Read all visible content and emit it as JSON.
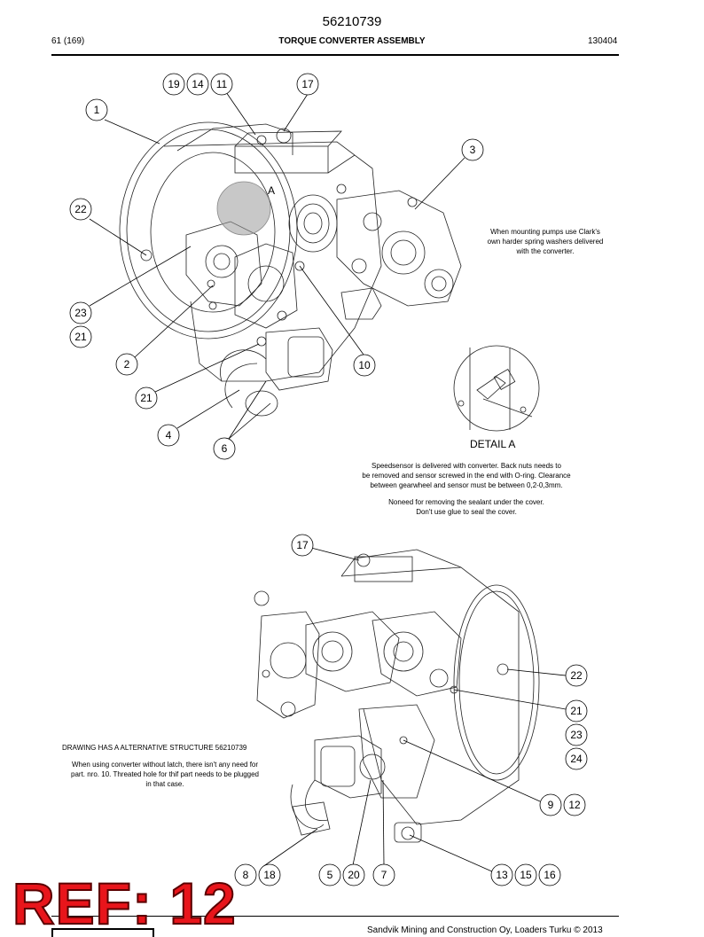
{
  "header": {
    "doc_number": "56210739",
    "page_ref": "61 (169)",
    "title": "TORQUE CONVERTER ASSEMBLY",
    "date_code": "130404"
  },
  "callouts_top": [
    "19",
    "14",
    "11",
    "17",
    "1",
    "3",
    "22",
    "23",
    "21",
    "2",
    "10",
    "21",
    "4",
    "6"
  ],
  "callouts_bottom": [
    "17",
    "22",
    "21",
    "23",
    "24",
    "9",
    "12",
    "8",
    "18",
    "5",
    "20",
    "7",
    "13",
    "15",
    "16"
  ],
  "detail_label": "A",
  "notes": {
    "pump_note": [
      "When mounting pumps use Clark's",
      "own harder spring washers delivered",
      "with the converter."
    ],
    "detail_title": "DETAIL A",
    "speedsensor_note": [
      "Speedsensor is delivered with converter. Back nuts needs to",
      "be removed and sensor screwed in the end with O-ring. Clearance",
      "between gearwheel and sensor must be between 0,2-0,3mm."
    ],
    "sealant_note": [
      "Noneed for removing the sealant under the cover.",
      "Don't use glue to seal the cover."
    ],
    "alt_structure_title": "DRAWING HAS A ALTERNATIVE STRUCTURE 56210739",
    "alt_structure_note": [
      "When using converter without latch, there isn't any need for",
      "part. nro. 10. Threated hole for thif part needs to be  plugged",
      "in that case."
    ]
  },
  "footer": {
    "ref_stamp": "REF: 12",
    "company": "Sandvik Mining and Construction Oy, Loaders Turku © 2013"
  }
}
